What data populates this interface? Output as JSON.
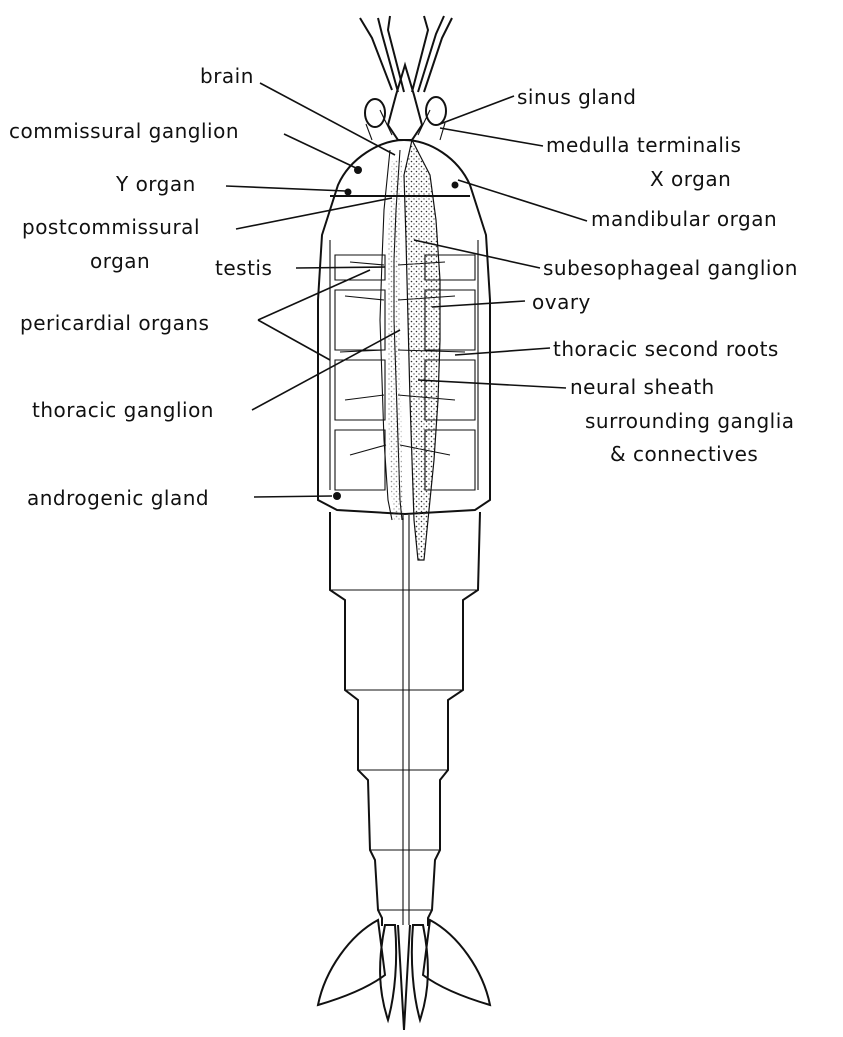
{
  "labels": {
    "brain": "brain",
    "sinus_gland": "sinus gland",
    "commissural_ganglion": "commissural ganglion",
    "medulla_terminalis": "medulla terminalis",
    "x_organ": "X organ",
    "y_organ": "Y organ",
    "postcommissural_1": "postcommissural",
    "postcommissural_2": "organ",
    "mandibular_organ": "mandibular organ",
    "testis": "testis",
    "subesophageal_ganglion": "subesophageal ganglion",
    "ovary": "ovary",
    "pericardial_organs": "pericardial organs",
    "thoracic_second_roots": "thoracic second roots",
    "neural_sheath_1": "neural sheath",
    "neural_sheath_2": "surrounding ganglia",
    "neural_sheath_3": "& connectives",
    "thoracic_ganglion": "thoracic ganglion",
    "androgenic_gland": "androgenic gland"
  }
}
